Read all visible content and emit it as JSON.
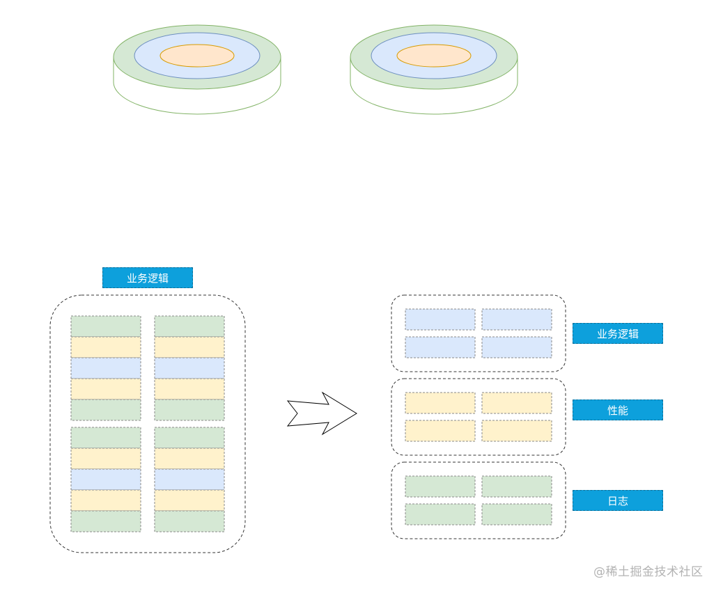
{
  "colors": {
    "green_fill": "#d5e8d4",
    "green_stroke": "#82b366",
    "yellow_fill": "#fff2cc",
    "yellow_stroke": "#d6b656",
    "blue_fill": "#dae8fc",
    "blue_stroke": "#6c8ebf",
    "orange_fill": "#ffe6cc",
    "orange_stroke": "#d79b00",
    "label_fill": "#0da0dc",
    "dashed_border": "#333333",
    "arrow_stroke": "#000000"
  },
  "cylinders": [
    {
      "name": "cylinder-left",
      "layers": [
        "green",
        "blue",
        "orange"
      ]
    },
    {
      "name": "cylinder-right",
      "layers": [
        "green",
        "blue",
        "orange"
      ]
    }
  ],
  "left_group": {
    "label": "业务逻辑",
    "columns": 2,
    "stacks": [
      [
        "green",
        "yellow",
        "blue",
        "yellow",
        "green"
      ],
      [
        "green",
        "yellow",
        "blue",
        "yellow",
        "green"
      ]
    ]
  },
  "arrow": {
    "direction": "right"
  },
  "right_groups": [
    {
      "label": "业务逻辑",
      "color": "blue",
      "cells": 4
    },
    {
      "label": "性能",
      "color": "yellow",
      "cells": 4
    },
    {
      "label": "日志",
      "color": "green",
      "cells": 4
    }
  ],
  "watermark": "@稀土掘金技术社区"
}
